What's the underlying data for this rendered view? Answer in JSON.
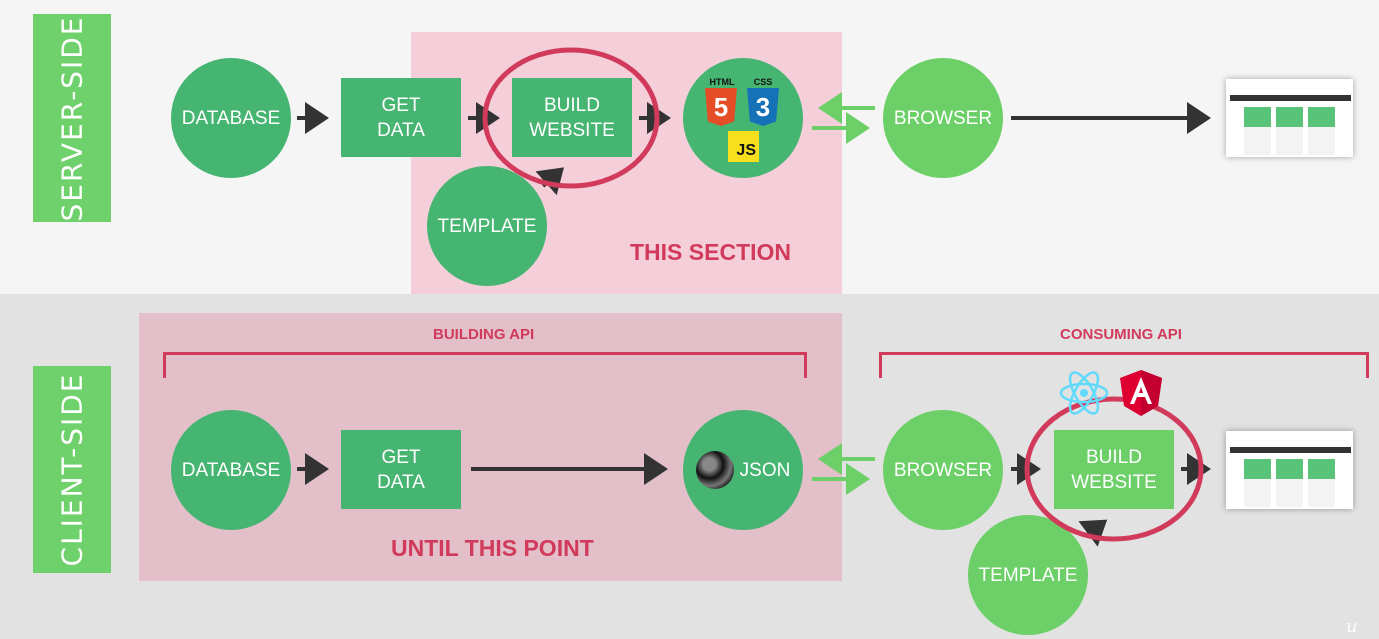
{
  "server_side": {
    "label": "SERVER-SIDE",
    "nodes": {
      "database": "DATABASE",
      "get_data": "GET\nDATA",
      "build_website": "BUILD\nWEBSITE",
      "template": "TEMPLATE",
      "browser": "BROWSER"
    },
    "tech_badges": {
      "html": "HTML",
      "html_number": "5",
      "css": "CSS",
      "css_number": "3",
      "js": "JS"
    },
    "highlight_caption": "THIS SECTION"
  },
  "client_side": {
    "label": "CLIENT-SIDE",
    "nodes": {
      "database": "DATABASE",
      "get_data": "GET\nDATA",
      "json": "JSON",
      "browser": "BROWSER",
      "build_website": "BUILD\nWEBSITE",
      "template": "TEMPLATE"
    },
    "building_api": "BUILDING API",
    "consuming_api": "CONSUMING API",
    "highlight_caption": "UNTIL THIS POINT"
  },
  "colors": {
    "dark_green": "#46b572",
    "light_green": "#6ccf67",
    "accent_red": "#d23a5b",
    "arrow": "#333333"
  }
}
